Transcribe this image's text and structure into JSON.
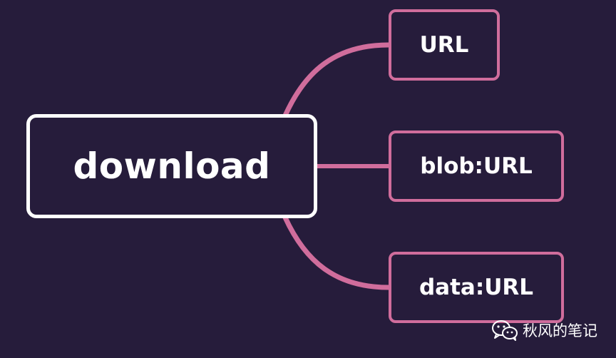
{
  "root": {
    "label": "download"
  },
  "children": [
    {
      "label": "URL"
    },
    {
      "label": "blob:URL"
    },
    {
      "label": "data:URL"
    }
  ],
  "watermark": {
    "icon": "wechat-icon",
    "text": "秋风的笔记"
  },
  "colors": {
    "background": "#261c3b",
    "root_border": "#ffffff",
    "child_border": "#d06d9c",
    "connector": "#d06d9c"
  }
}
